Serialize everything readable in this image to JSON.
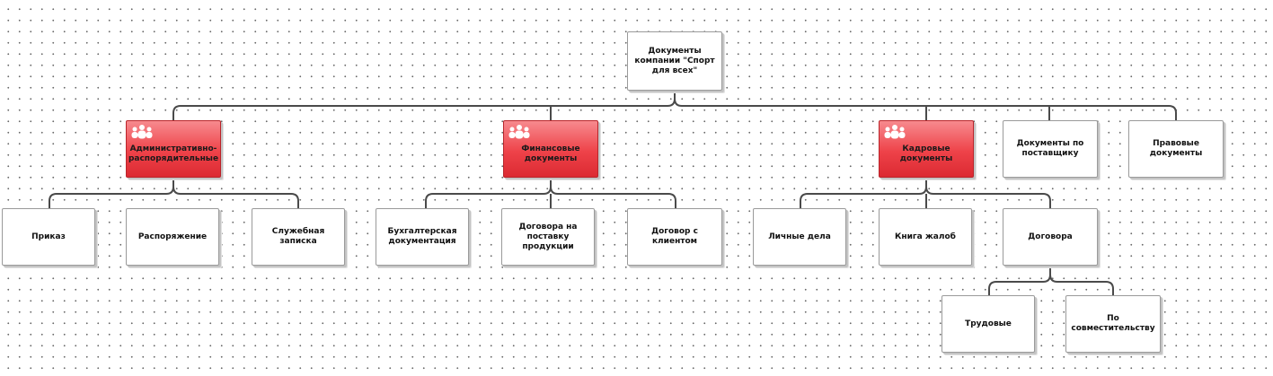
{
  "root": {
    "label": "Документы компании \"Спорт для всех\""
  },
  "groups": [
    {
      "label": "Административно-распорядительные",
      "icon": "people-icon",
      "color": "#ee4249"
    },
    {
      "label": "Финансовые документы",
      "icon": "people-icon",
      "color": "#ee4249"
    },
    {
      "label": "Кадровые документы",
      "icon": "people-icon",
      "color": "#ee4249"
    },
    {
      "label": "Документы по поставщику"
    },
    {
      "label": "Правовые документы"
    }
  ],
  "children": [
    {
      "label": "Приказ"
    },
    {
      "label": "Распоряжение"
    },
    {
      "label": "Служебная записка"
    },
    {
      "label": "Бухгалтерская документация"
    },
    {
      "label": "Договора на поставку продукции"
    },
    {
      "label": "Договор с клиентом"
    },
    {
      "label": "Личные дела"
    },
    {
      "label": "Книга жалоб"
    },
    {
      "label": "Договора"
    }
  ],
  "grandchildren": [
    {
      "label": "Трудовые"
    },
    {
      "label": "По совместительству"
    }
  ]
}
